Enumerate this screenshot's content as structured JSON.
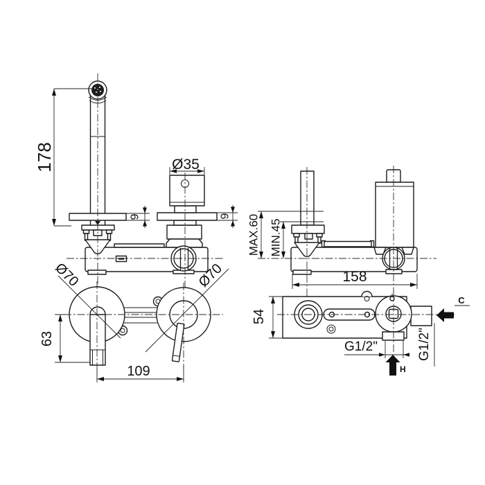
{
  "colors": {
    "line": "#1b1b1b",
    "background": "#ffffff",
    "arrow_fill": "#111111",
    "aerator_fill": "#1f1f1f"
  },
  "views": {
    "front_trim": {
      "dims": {
        "spout_height": "178",
        "handle_diameter": "Ø35",
        "spout_plate_thickness": "9",
        "handle_plate_thickness": "9"
      }
    },
    "side_rough_in": {
      "dims": {
        "depth_max": "MAX.60",
        "depth_min": "MIN.45",
        "body_length": "158"
      }
    },
    "front_rough_in": {
      "dims": {
        "left_rosette_diameter": "Ø70",
        "right_rosette_diameter": "Ø70",
        "spout_drop": "63",
        "center_distance": "109"
      }
    },
    "plan_rough_in": {
      "dims": {
        "body_height": "54",
        "hot_inlet_thread": "G1/2\"",
        "cold_inlet_thread": "G1/2\"",
        "cold_label": "C",
        "hot_label": "H"
      }
    }
  }
}
